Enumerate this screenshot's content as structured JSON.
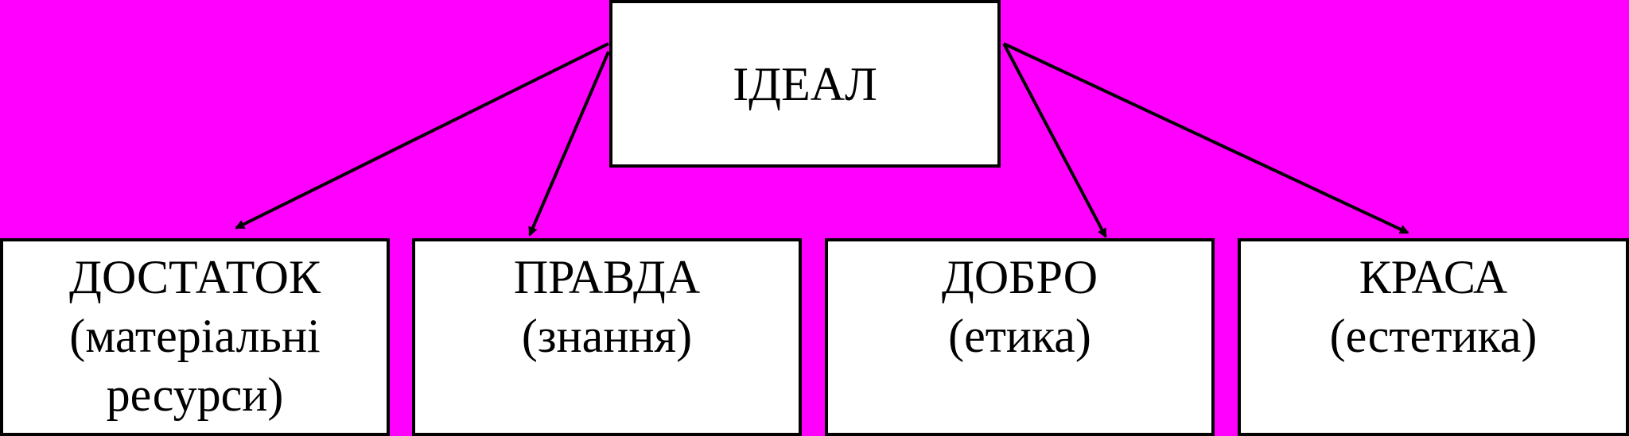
{
  "diagram": {
    "root": {
      "label": "ІДЕАЛ"
    },
    "children": [
      {
        "title": "ДОСТАТОК",
        "subtitle_lines": [
          "(матеріальні",
          "ресурси)"
        ]
      },
      {
        "title": "ПРАВДА",
        "subtitle_lines": [
          "(знання)"
        ]
      },
      {
        "title": "ДОБРО",
        "subtitle_lines": [
          "(етика)"
        ]
      },
      {
        "title": "КРАСА",
        "subtitle_lines": [
          "(естетика)"
        ]
      }
    ],
    "edges": [
      {
        "from": "root",
        "to": 0
      },
      {
        "from": "root",
        "to": 1
      },
      {
        "from": "root",
        "to": 2
      },
      {
        "from": "root",
        "to": 3
      }
    ]
  },
  "colors": {
    "background": "#ff00ff",
    "box_fill": "#ffffff",
    "stroke": "#000000"
  }
}
